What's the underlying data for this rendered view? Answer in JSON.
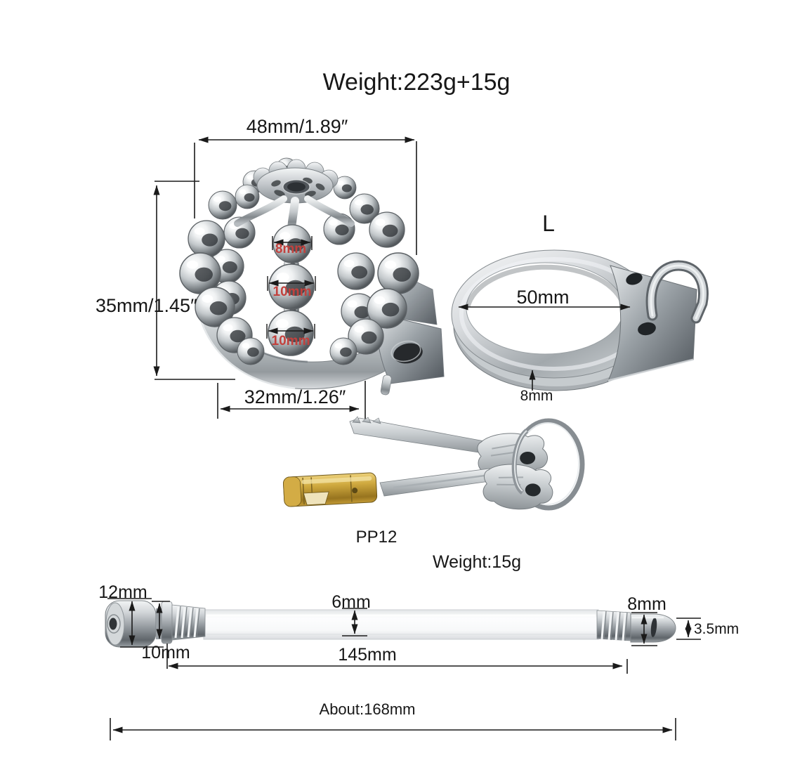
{
  "header": {
    "title": "Weight:223g+15g"
  },
  "cage": {
    "width_label": "48mm/1.89″",
    "height_label": "35mm/1.45″",
    "base_width_label": "32mm/1.26″",
    "bead_top_label": "8mm",
    "bead_middle_label": "10mm",
    "bead_bottom_label": "10mm"
  },
  "ring": {
    "size_label": "L",
    "inner_diameter_label": "50mm",
    "thickness_label": "8mm"
  },
  "keys": {
    "model_label": "PP12"
  },
  "rod": {
    "weight_label": "Weight:15g",
    "cap_diameter_label": "12mm",
    "base_diameter_label": "10mm",
    "tube_diameter_label": "6mm",
    "insertable_length_label": "145mm",
    "tip_diameter_label": "8mm",
    "tip_hole_label": "3.5mm",
    "total_length_label": "About:168mm"
  },
  "colors": {
    "dimension_line": "#1a1a1a",
    "red_label": "#c2413d",
    "background": "#ffffff"
  }
}
